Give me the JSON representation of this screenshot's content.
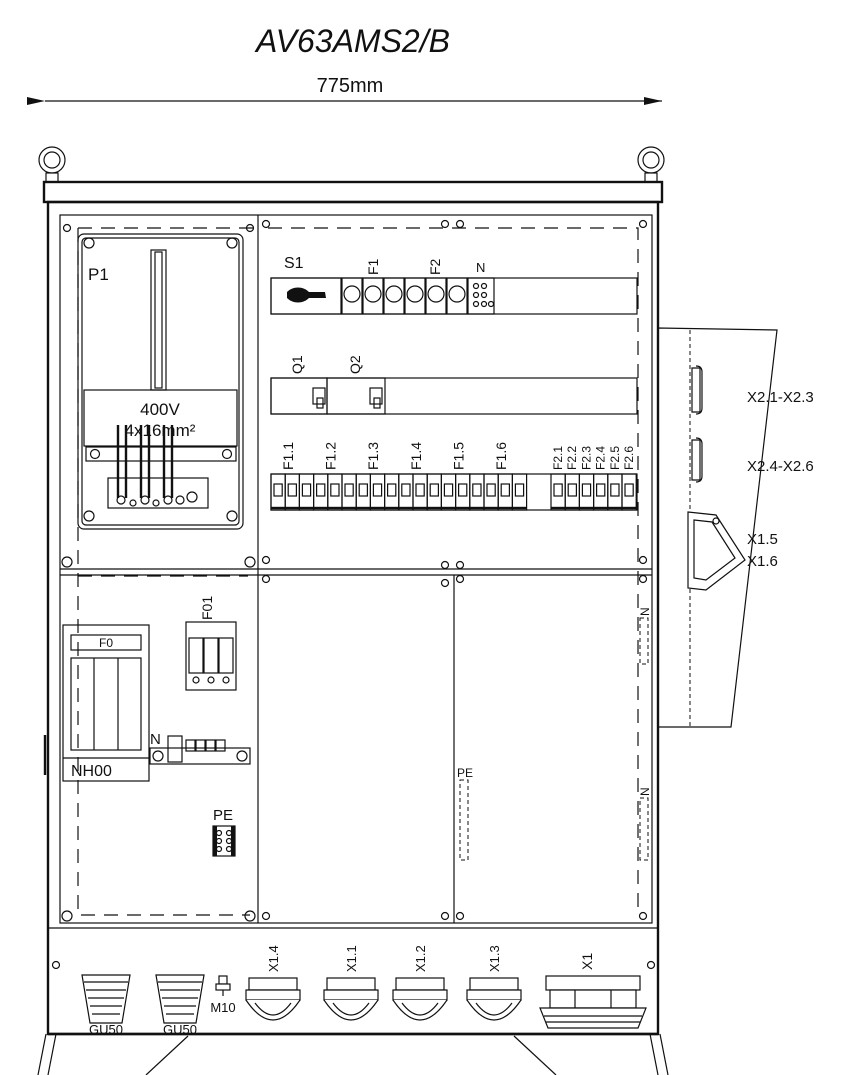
{
  "title": "AV63AMS2/B",
  "width_label": "775mm",
  "meter_panel": {
    "label": "P1",
    "voltage": "400V",
    "cable": "4x16mm²"
  },
  "top_row": {
    "switch": "S1",
    "fuse_a": "F1",
    "fuse_b": "F2",
    "neutral": "N"
  },
  "rcds": [
    "Q1",
    "Q2"
  ],
  "breakers": [
    "F1.1",
    "F1.2",
    "F1.3",
    "F1.4",
    "F1.5",
    "F1.6"
  ],
  "small_breakers": [
    "F2.1",
    "F2.2",
    "F2.3",
    "F2.4",
    "F2.5",
    "F2.6"
  ],
  "side_sockets": [
    "X2.1-X2.3",
    "X2.4-X2.6",
    "X1.5",
    "X1.6"
  ],
  "lower_left": {
    "fuse_holder": "F0",
    "fuse_base": "NH00",
    "surge": "F01",
    "neutral": "N",
    "earth": "PE"
  },
  "lower_right": {
    "earth": "PE",
    "neutral_top": "N",
    "neutral_bottom": "N"
  },
  "bottom": {
    "glands": [
      "GU50",
      "GU50"
    ],
    "bolt": "M10",
    "sockets": [
      "X1.4",
      "X1.1",
      "X1.2",
      "X1.3"
    ],
    "main_socket": "X1"
  }
}
